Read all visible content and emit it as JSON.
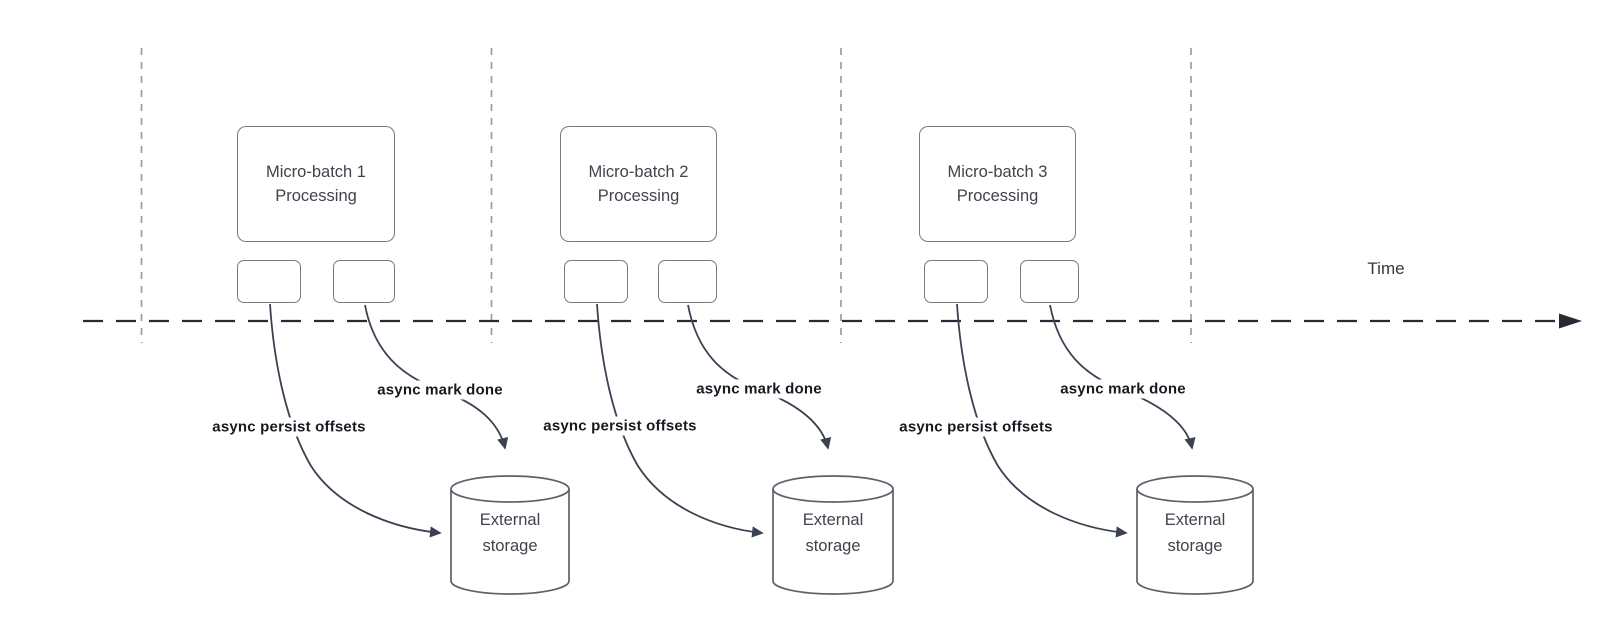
{
  "diagram": {
    "time_label": "Time",
    "batches": [
      {
        "box_line1": "Micro-batch 1",
        "box_line2": "Processing",
        "persist_arrow_label": "async persist offsets",
        "done_arrow_label": "async mark done",
        "storage_line1": "External",
        "storage_line2": "storage"
      },
      {
        "box_line1": "Micro-batch 2",
        "box_line2": "Processing",
        "persist_arrow_label": "async persist offsets",
        "done_arrow_label": "async mark done",
        "storage_line1": "External",
        "storage_line2": "storage"
      },
      {
        "box_line1": "Micro-batch 3",
        "box_line2": "Processing",
        "persist_arrow_label": "async persist offsets",
        "done_arrow_label": "async mark done",
        "storage_line1": "External",
        "storage_line2": "storage"
      }
    ],
    "colors": {
      "curve_line": "#3a4150",
      "timeline": "#262a32",
      "guide_dash": "#9a9ea4",
      "shape_border": "#767b83",
      "cylinder_border": "#5c616a",
      "shape_text": "#3f444c",
      "label_text": "#16191f"
    }
  }
}
